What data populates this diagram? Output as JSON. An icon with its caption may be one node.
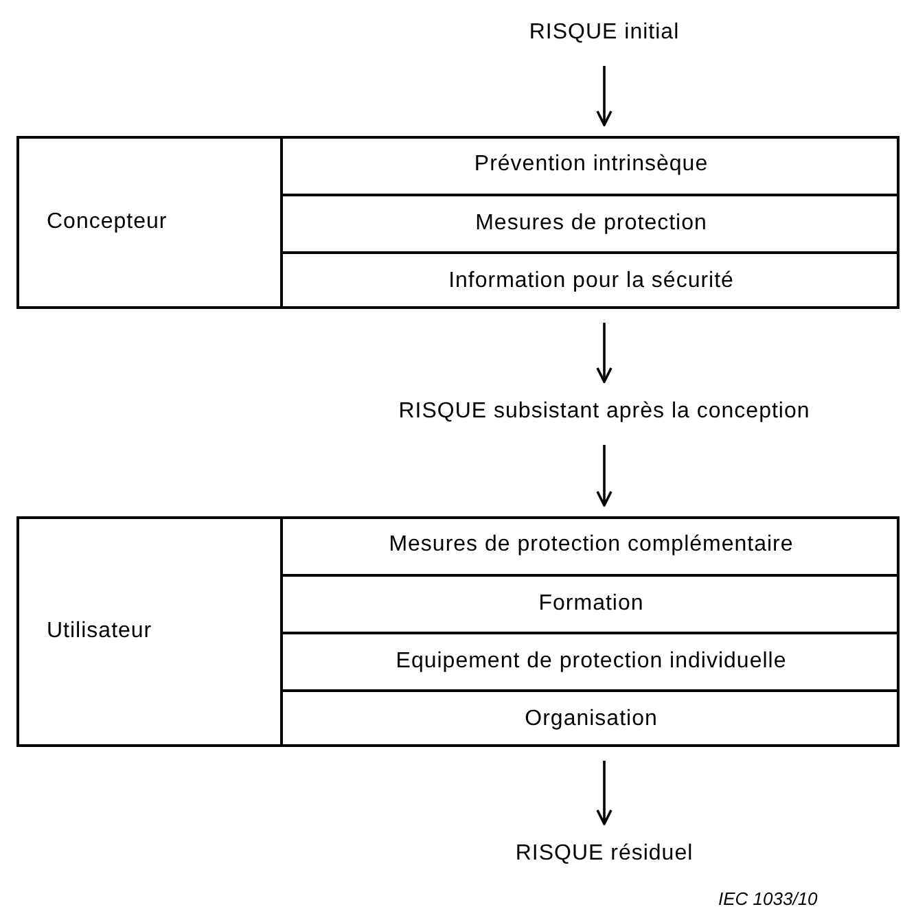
{
  "diagram": {
    "nodes": [
      {
        "text": [
          "RISQUE initial"
        ]
      },
      {
        "text": [
          "Concepteur"
        ]
      },
      {
        "text": [
          "Prévention intrinsèque"
        ],
        "in": 1
      },
      {
        "text": [
          "Mesures de protection"
        ],
        "in": 1
      },
      {
        "text": [
          "Information pour la sécurité"
        ],
        "in": 1
      },
      {
        "text": [
          "RISQUE subsistant après la conception"
        ]
      },
      {
        "text": [
          "Utilisateur"
        ]
      },
      {
        "text": [
          "Mesures de protection complémentaire"
        ],
        "in": 6
      },
      {
        "text": [
          "Formation"
        ],
        "in": 6
      },
      {
        "text": [
          "Equipement de protection individuelle"
        ],
        "in": 6
      },
      {
        "text": [
          "Organisation"
        ],
        "in": 6
      },
      {
        "text": [
          "RISQUE résiduel"
        ]
      }
    ],
    "edges": [
      {
        "from": 0,
        "to": 1,
        "arrow": "to"
      },
      {
        "from": 1,
        "to": 5,
        "arrow": "to"
      },
      {
        "from": 5,
        "to": 6,
        "arrow": "to"
      },
      {
        "from": 6,
        "to": 11,
        "arrow": "to"
      }
    ],
    "labels": [
      "IEC 1033/10"
    ]
  }
}
